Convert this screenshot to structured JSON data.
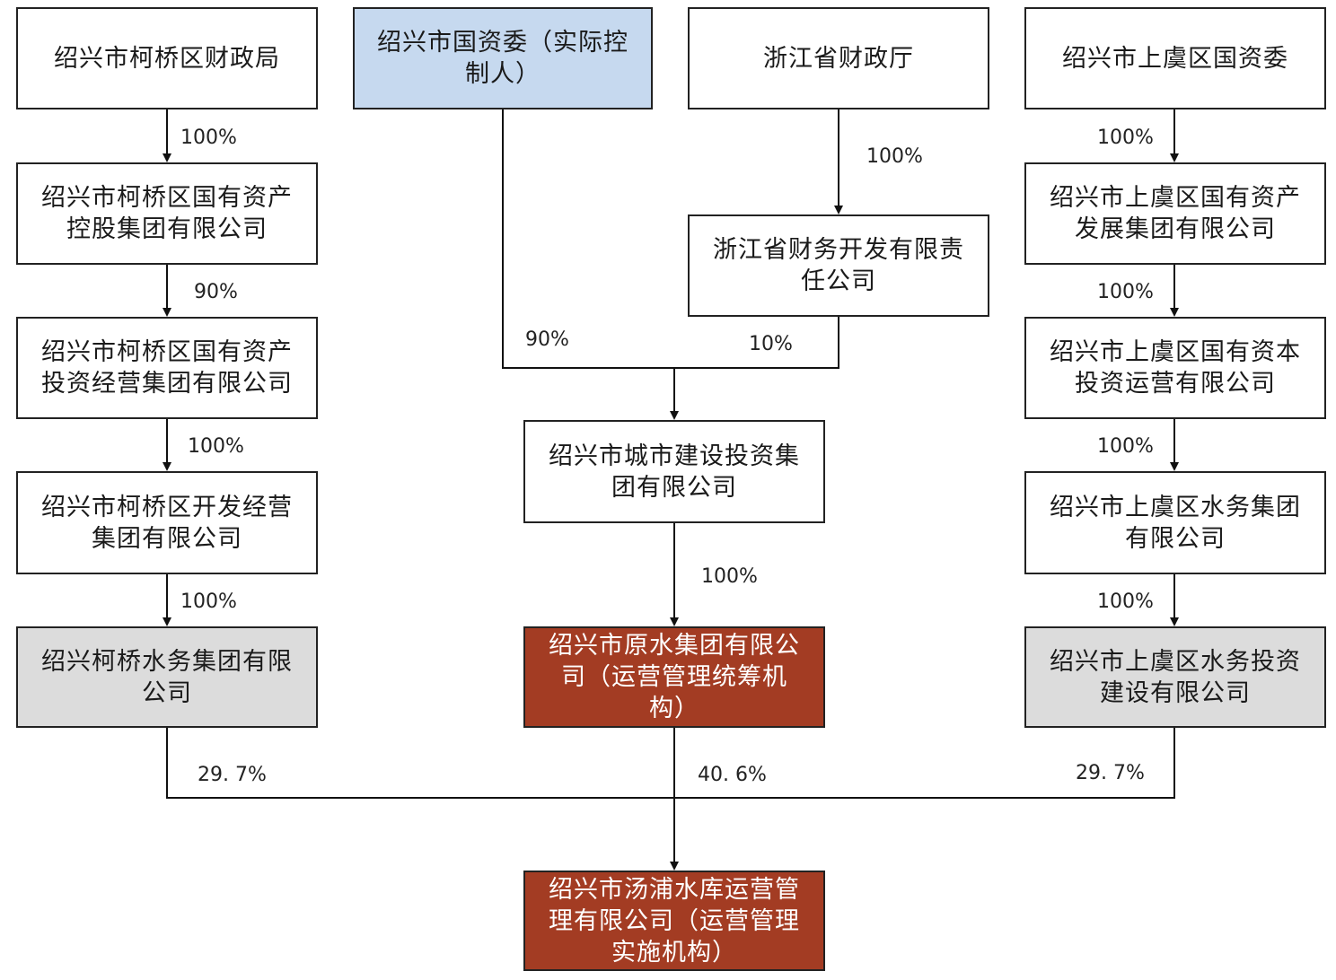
{
  "left": [
    "绍兴市柯桥区财政局",
    "绍兴市柯桥区国有资产控股集团有限公司",
    "绍兴市柯桥区国有资产投资经营集团有限公司",
    "绍兴市柯桥区开发经营集团有限公司",
    "绍兴柯桥水务集团有限公司"
  ],
  "left_pcts": [
    "100%",
    "90%",
    "100%",
    "100%",
    "29. 7%"
  ],
  "center": {
    "sasac": "绍兴市国资委（实际控制人）",
    "province_finance": "浙江省财政厅",
    "province_dev": "浙江省财务开发有限责任公司",
    "city_construction": "绍兴市城市建设投资集团有限公司",
    "raw_water": "绍兴市原水集团有限公司（运营管理统筹机构）",
    "final": "绍兴市汤浦水库运营管理有限公司（运营管理实施机构）"
  },
  "center_pcts": {
    "province_to_dev": "100%",
    "sasac_to_city": "90%",
    "dev_to_city": "10%",
    "city_to_raw": "100%",
    "raw_to_final": "40. 6%"
  },
  "right": [
    "绍兴市上虞区国资委",
    "绍兴市上虞区国有资产发展集团有限公司",
    "绍兴市上虞区国有资本投资运营有限公司",
    "绍兴市上虞区水务集团有限公司",
    "绍兴市上虞区水务投资建设有限公司"
  ],
  "right_pcts": [
    "100%",
    "100%",
    "100%",
    "100%",
    "29. 7%"
  ]
}
